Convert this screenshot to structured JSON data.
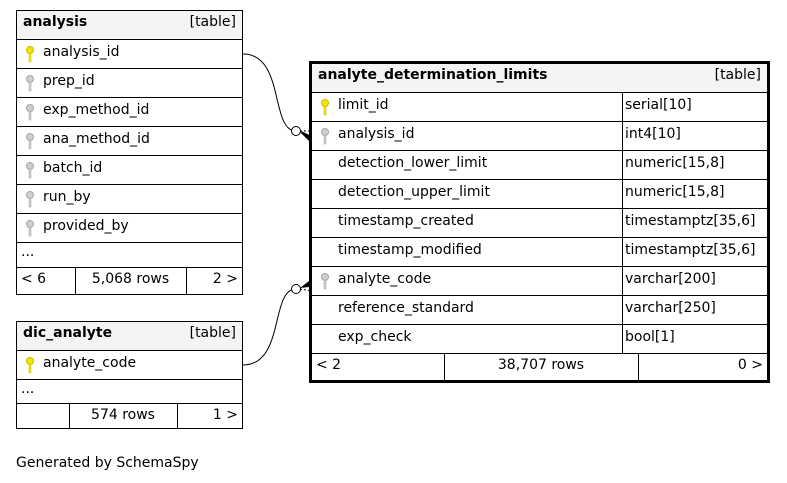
{
  "tables": {
    "analysis": {
      "name": "analysis",
      "tag": "[table]",
      "columns": [
        {
          "name": "analysis_id",
          "key": "primary"
        },
        {
          "name": "prep_id",
          "key": "foreign"
        },
        {
          "name": "exp_method_id",
          "key": "foreign"
        },
        {
          "name": "ana_method_id",
          "key": "foreign"
        },
        {
          "name": "batch_id",
          "key": "foreign"
        },
        {
          "name": "run_by",
          "key": "foreign"
        },
        {
          "name": "provided_by",
          "key": "foreign"
        }
      ],
      "more": "...",
      "footer": {
        "parents": "< 6",
        "rows": "5,068 rows",
        "children": "2 >"
      }
    },
    "dic_analyte": {
      "name": "dic_analyte",
      "tag": "[table]",
      "columns": [
        {
          "name": "analyte_code",
          "key": "primary"
        }
      ],
      "more": "...",
      "footer": {
        "parents": "",
        "rows": "574 rows",
        "children": "1 >"
      }
    },
    "adl": {
      "name": "analyte_determination_limits",
      "tag": "[table]",
      "columns": [
        {
          "name": "limit_id",
          "type": "serial[10]",
          "key": "primary"
        },
        {
          "name": "analysis_id",
          "type": "int4[10]",
          "key": "foreign"
        },
        {
          "name": "detection_lower_limit",
          "type": "numeric[15,8]",
          "key": ""
        },
        {
          "name": "detection_upper_limit",
          "type": "numeric[15,8]",
          "key": ""
        },
        {
          "name": "timestamp_created",
          "type": "timestamptz[35,6]",
          "key": ""
        },
        {
          "name": "timestamp_modified",
          "type": "timestamptz[35,6]",
          "key": ""
        },
        {
          "name": "analyte_code",
          "type": "varchar[200]",
          "key": "foreign"
        },
        {
          "name": "reference_standard",
          "type": "varchar[250]",
          "key": ""
        },
        {
          "name": "exp_check",
          "type": "bool[1]",
          "key": ""
        }
      ],
      "footer": {
        "parents": "< 2",
        "rows": "38,707 rows",
        "children": "0 >"
      }
    }
  },
  "relationships": [
    {
      "from": "analyte_determination_limits.analysis_id",
      "to": "analysis.analysis_id"
    },
    {
      "from": "analyte_determination_limits.analyte_code",
      "to": "dic_analyte.analyte_code"
    }
  ],
  "colors": {
    "primary_key": "#f2e600",
    "foreign_key": "#a6a6a6",
    "header_bg": "#f4f4f4",
    "border": "#000000"
  },
  "footer_note": "Generated by SchemaSpy"
}
